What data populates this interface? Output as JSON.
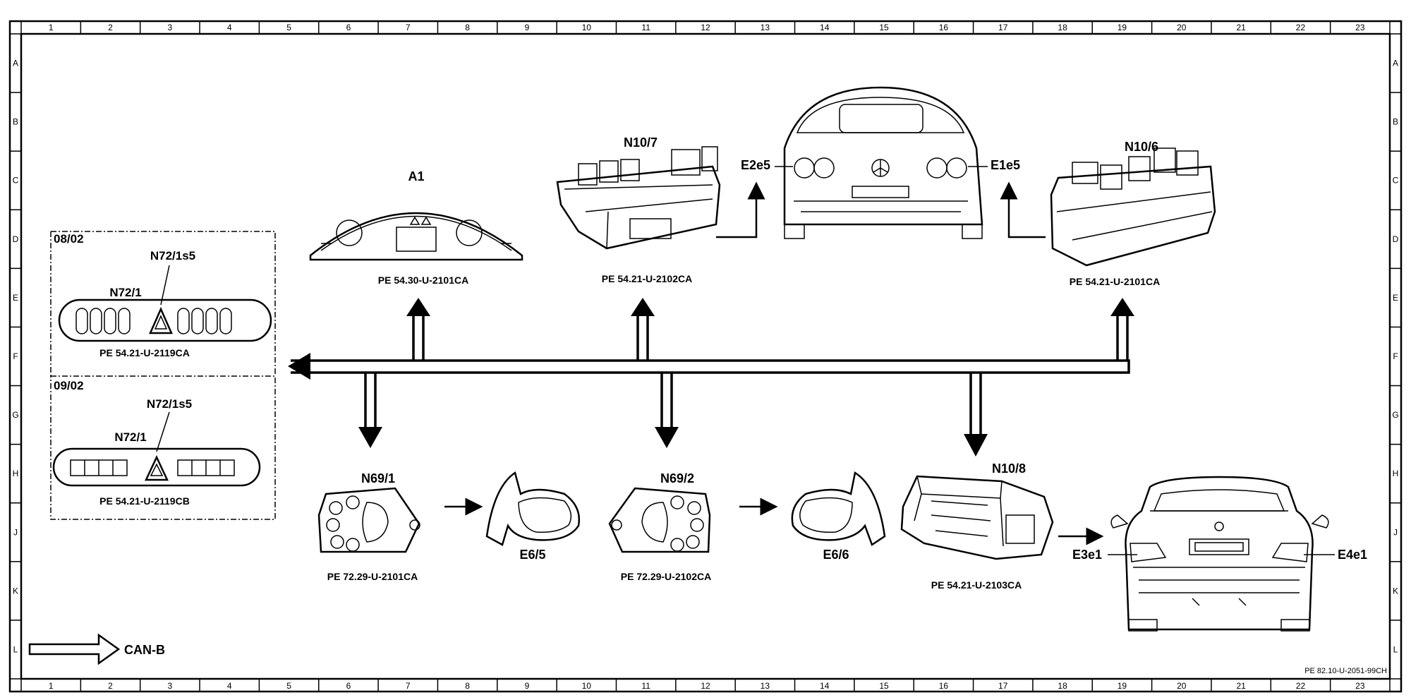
{
  "grid": {
    "columns": [
      "1",
      "2",
      "3",
      "4",
      "5",
      "6",
      "7",
      "8",
      "9",
      "10",
      "11",
      "12",
      "13",
      "14",
      "15",
      "16",
      "17",
      "18",
      "19",
      "20",
      "21",
      "22",
      "23"
    ],
    "rows": [
      "A",
      "B",
      "C",
      "D",
      "E",
      "F",
      "G",
      "H",
      "J",
      "K",
      "L"
    ]
  },
  "components": {
    "a1": {
      "label": "A1",
      "ref": "PE 54.30-U-2101CA"
    },
    "n10_7": {
      "label": "N10/7",
      "ref": "PE 54.21-U-2102CA"
    },
    "n10_6": {
      "label": "N10/6",
      "ref": "PE 54.21-U-2101CA"
    },
    "n10_8": {
      "label": "N10/8",
      "ref": "PE 54.21-U-2103CA"
    },
    "n69_1": {
      "label": "N69/1",
      "ref": "PE 72.29-U-2101CA"
    },
    "n69_2": {
      "label": "N69/2",
      "ref": "PE 72.29-U-2102CA"
    },
    "e6_5": {
      "label": "E6/5"
    },
    "e6_6": {
      "label": "E6/6"
    },
    "front_car": {
      "left_label": "E2e5",
      "right_label": "E1e5"
    },
    "rear_car": {
      "left_label": "E3e1",
      "right_label": "E4e1"
    },
    "panel_top": {
      "date": "08/02",
      "module": "N72/1",
      "switch": "N72/1s5",
      "ref": "PE 54.21-U-2119CA"
    },
    "panel_bottom": {
      "date": "09/02",
      "module": "N72/1",
      "switch": "N72/1s5",
      "ref": "PE 54.21-U-2119CB"
    }
  },
  "legend": {
    "label": "CAN-B"
  },
  "footer": {
    "doc_id": "PE 82.10-U-2051-99CH"
  }
}
